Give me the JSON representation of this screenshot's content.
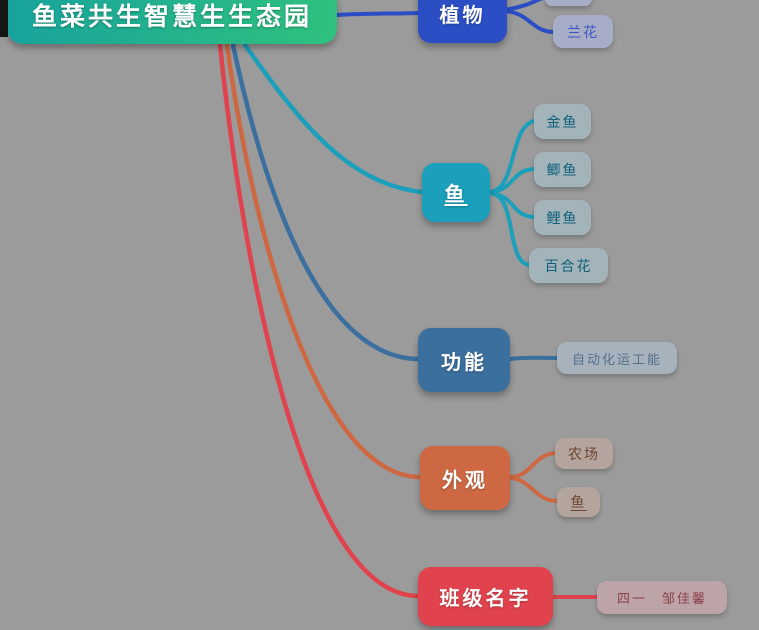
{
  "canvas": {
    "background": "#9b9b9b"
  },
  "root": {
    "label": "鱼菜共生智慧生生态园",
    "gradient_from": "#17a39d",
    "gradient_to": "#2fc17d",
    "text_color": "#ffffff"
  },
  "branches": [
    {
      "id": "plants",
      "label": "植物",
      "color": "#2b4ec5",
      "child_bg": "#a7adc6",
      "child_text": "#3b55c0",
      "children": [
        {
          "label": "兰花"
        }
      ]
    },
    {
      "id": "fish",
      "label": "鱼",
      "color": "#1b9fba",
      "child_bg": "#a2b3ba",
      "child_text": "#10607a",
      "children": [
        {
          "label": "金鱼"
        },
        {
          "label": "鲫鱼"
        },
        {
          "label": "鲤鱼"
        },
        {
          "label": "百合花"
        }
      ]
    },
    {
      "id": "function",
      "label": "功能",
      "color": "#3b6f9e",
      "child_bg": "#a8b2bc",
      "child_text": "#53708c",
      "children": [
        {
          "label": "自动化运工能"
        }
      ]
    },
    {
      "id": "appearance",
      "label": "外观",
      "color": "#cd6843",
      "child_bg": "#b3a59d",
      "child_text": "#6e452f",
      "children": [
        {
          "label": "农场"
        },
        {
          "label": "鱼"
        }
      ]
    },
    {
      "id": "class-name",
      "label": "班级名字",
      "color": "#e0434d",
      "child_bg": "#bca4a9",
      "child_text": "#8f3f49",
      "children": [
        {
          "label": "四一　邹佳馨"
        }
      ]
    }
  ]
}
